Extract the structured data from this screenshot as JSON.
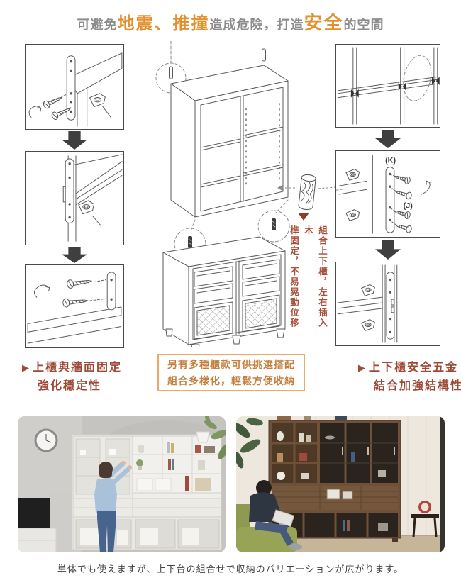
{
  "header": {
    "segments": [
      {
        "text": "可避免",
        "emphasis": false
      },
      {
        "text": "地震、推撞",
        "emphasis": true
      },
      {
        "text": "造成危險，打造",
        "emphasis": false
      },
      {
        "text": "安全",
        "emphasis": true
      },
      {
        "text": "的空間",
        "emphasis": false
      }
    ]
  },
  "diagram": {
    "labels": {
      "k": "(K)",
      "j": "(J)"
    },
    "vertical_note": {
      "line1": "組合上下櫃，左右插入木",
      "line2": "榫固定，不易晃動位移"
    },
    "left_steps": [
      "wall-strap-with-screws",
      "strap-on-cabinet-side",
      "screws-into-wall-strap"
    ],
    "right_steps": [
      "joined-cabinet-backs",
      "strap-with-four-screws",
      "strap-joining-upper-lower"
    ]
  },
  "captions": {
    "left": {
      "line1": "上櫃與牆面固定",
      "line2": "強化穩定性"
    },
    "center": {
      "line1": "另有多種櫃款可供挑選搭配",
      "line2": "組合多樣化，輕鬆方便收納"
    },
    "right": {
      "line1": "上下櫃安全五金",
      "line2": "結合加強結構性"
    }
  },
  "footer": {
    "text": "単体でも使えますが、上下台の組合せで収納のバリエーションが広がります。"
  },
  "icons": {
    "play_triangle": "▶"
  },
  "colors": {
    "accent_orange": "#E2912F",
    "header_gray": "#8C8C8C",
    "caption_red": "#9E4936",
    "box_text_orange": "#C3803F",
    "box_border_orange": "#ECA968",
    "note_red": "#A8503C",
    "arrow_dark": "#3F3F3F",
    "line_gray": "#555555"
  }
}
